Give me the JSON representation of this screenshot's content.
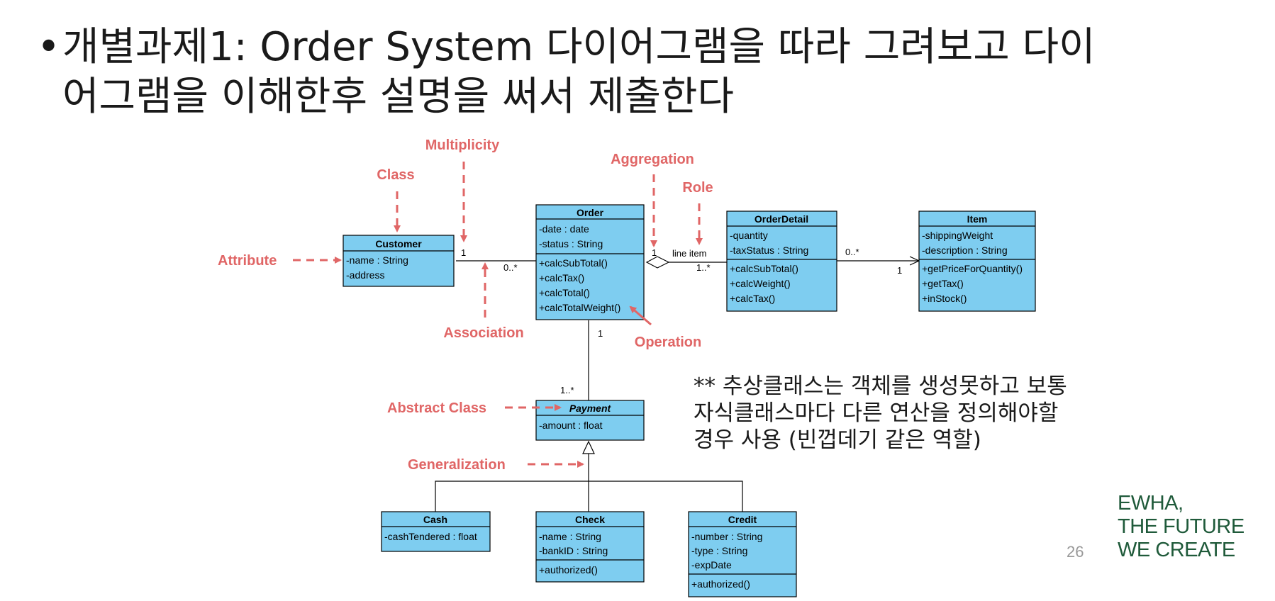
{
  "title": {
    "bullet": "•",
    "line1": "개별과제1: Order System 다이어그램을 따라 그려보고 다이",
    "line2": "어그램을 이해한후 설명을 써서 제출한다"
  },
  "classes": {
    "customer": {
      "name": "Customer",
      "attrs": [
        "-name : String",
        "-address"
      ]
    },
    "order": {
      "name": "Order",
      "attrs": [
        "-date : date",
        "-status : String"
      ],
      "ops": [
        "+calcSubTotal()",
        "+calcTax()",
        "+calcTotal()",
        "+calcTotalWeight()"
      ]
    },
    "orderdetail": {
      "name": "OrderDetail",
      "attrs": [
        "-quantity",
        "-taxStatus : String"
      ],
      "ops": [
        "+calcSubTotal()",
        "+calcWeight()",
        "+calcTax()"
      ]
    },
    "item": {
      "name": "Item",
      "attrs": [
        "-shippingWeight",
        "-description : String"
      ],
      "ops": [
        "+getPriceForQuantity()",
        "+getTax()",
        "+inStock()"
      ]
    },
    "payment": {
      "name": "Payment",
      "attrs": [
        "-amount : float"
      ]
    },
    "cash": {
      "name": "Cash",
      "attrs": [
        "-cashTendered : float"
      ]
    },
    "check": {
      "name": "Check",
      "attrs": [
        "-name : String",
        "-bankID : String"
      ],
      "ops": [
        "+authorized()"
      ]
    },
    "credit": {
      "name": "Credit",
      "attrs": [
        "-number : String",
        "-type : String",
        "-expDate"
      ],
      "ops": [
        "+authorized()"
      ]
    }
  },
  "multiplicities": {
    "customer_order_customer": "1",
    "customer_order_order": "0..*",
    "order_detail_order": "1",
    "order_detail_role": "line item",
    "order_detail_detail": "1..*",
    "detail_item_detail": "0..*",
    "detail_item_item": "1",
    "order_payment_order": "1",
    "order_payment_payment": "1..*"
  },
  "annotations": {
    "class": "Class",
    "multiplicity": "Multiplicity",
    "aggregation": "Aggregation",
    "role": "Role",
    "attribute": "Attribute",
    "association": "Association",
    "operation": "Operation",
    "abstract_class": "Abstract Class",
    "generalization": "Generalization"
  },
  "note": {
    "line1": "** 추상클래스는 객체를 생성못하고 보통",
    "line2": "자식클래스마다 다른 연산을 정의해야할",
    "line3": "경우 사용 (빈껍데기 같은 역할)"
  },
  "page_number": "26",
  "logo": {
    "line1": "EWHA,",
    "line2": "THE FUTURE",
    "line3": "WE CREATE"
  },
  "colors": {
    "class_fill": "#7ecdf0",
    "annotation": "#e06666",
    "logo": "#1f5a3a"
  }
}
